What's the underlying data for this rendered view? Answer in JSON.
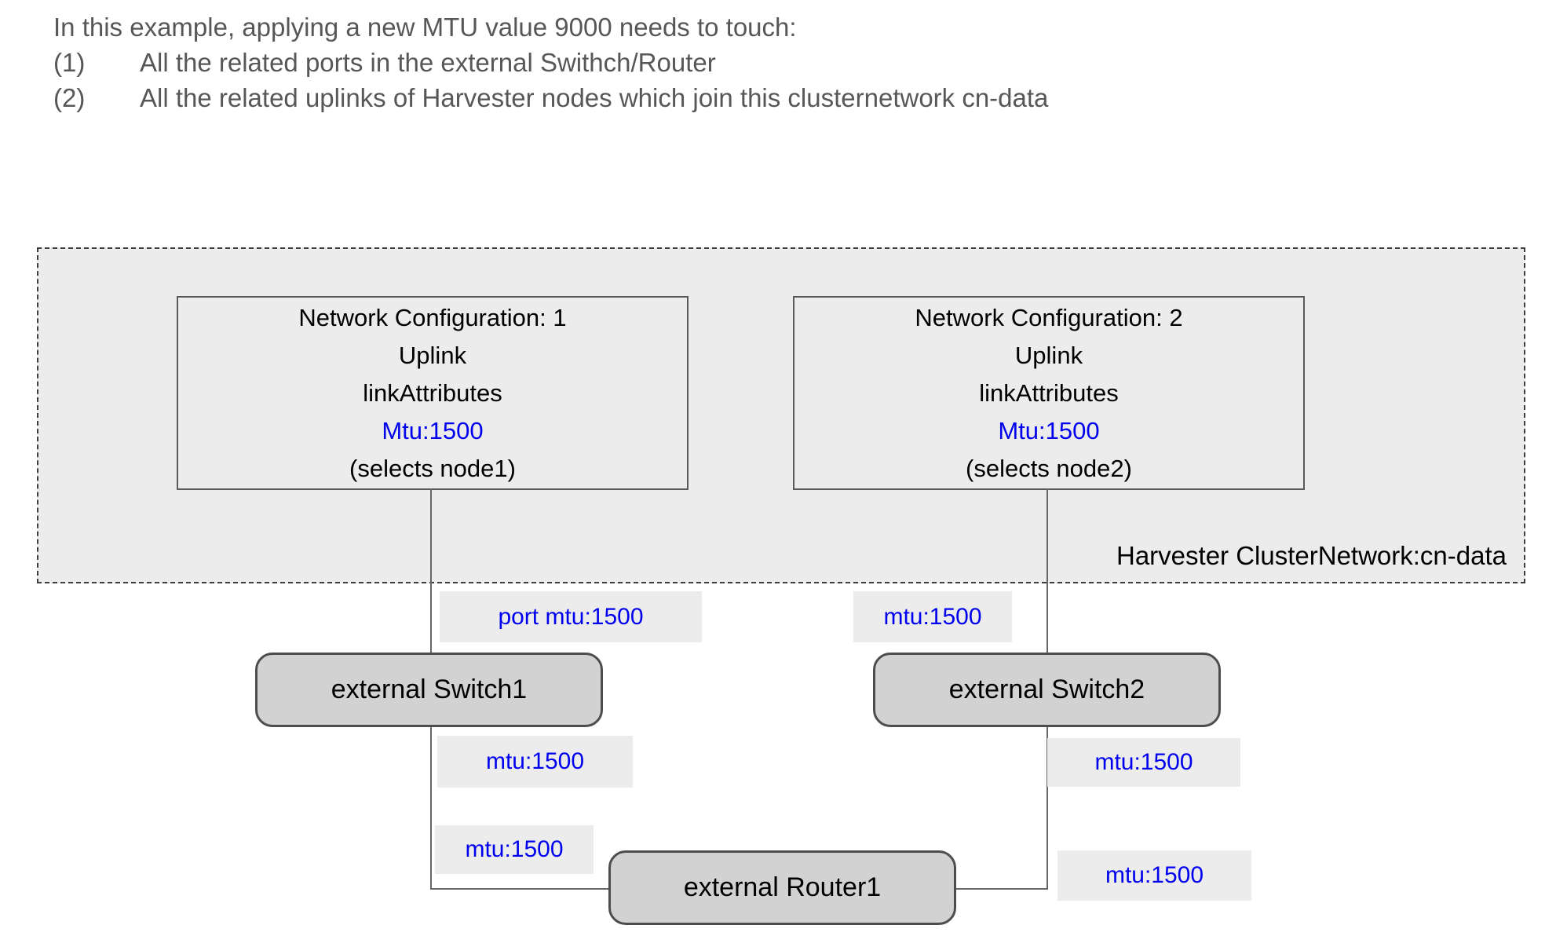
{
  "heading": {
    "title": "In this example, applying a new MTU value 9000 needs to touch:",
    "items": [
      {
        "num": "(1)",
        "text": "All the related ports in the external Swithch/Router"
      },
      {
        "num": "(2)",
        "text": "All the related uplinks of Harvester nodes which join this clusternetwork cn-data"
      }
    ]
  },
  "cluster": {
    "label": "Harvester ClusterNetwork:cn-data",
    "configs": [
      {
        "title": "Network Configuration: 1",
        "layer": "Uplink",
        "attrs": "linkAttributes",
        "mtu": "Mtu:1500",
        "selects": "(selects node1)"
      },
      {
        "title": "Network Configuration: 2",
        "layer": "Uplink",
        "attrs": "linkAttributes",
        "mtu": "Mtu:1500",
        "selects": "(selects node2)"
      }
    ]
  },
  "devices": {
    "switch1": {
      "label": "external Switch1"
    },
    "switch2": {
      "label": "external Switch2"
    },
    "router1": {
      "label": "external Router1"
    }
  },
  "edge_labels": {
    "uplink1_port": "port mtu:1500",
    "uplink2_port": "mtu:1500",
    "switch1_down": "mtu:1500",
    "switch2_down": "mtu:1500",
    "router1_left": "mtu:1500",
    "router1_right": "mtu:1500"
  },
  "colors": {
    "mtu_blue": "#0000ee",
    "heading_gray": "#575757",
    "container_fill": "#ececec",
    "node_fill": "#d2d2d2",
    "connector": "#666666"
  }
}
